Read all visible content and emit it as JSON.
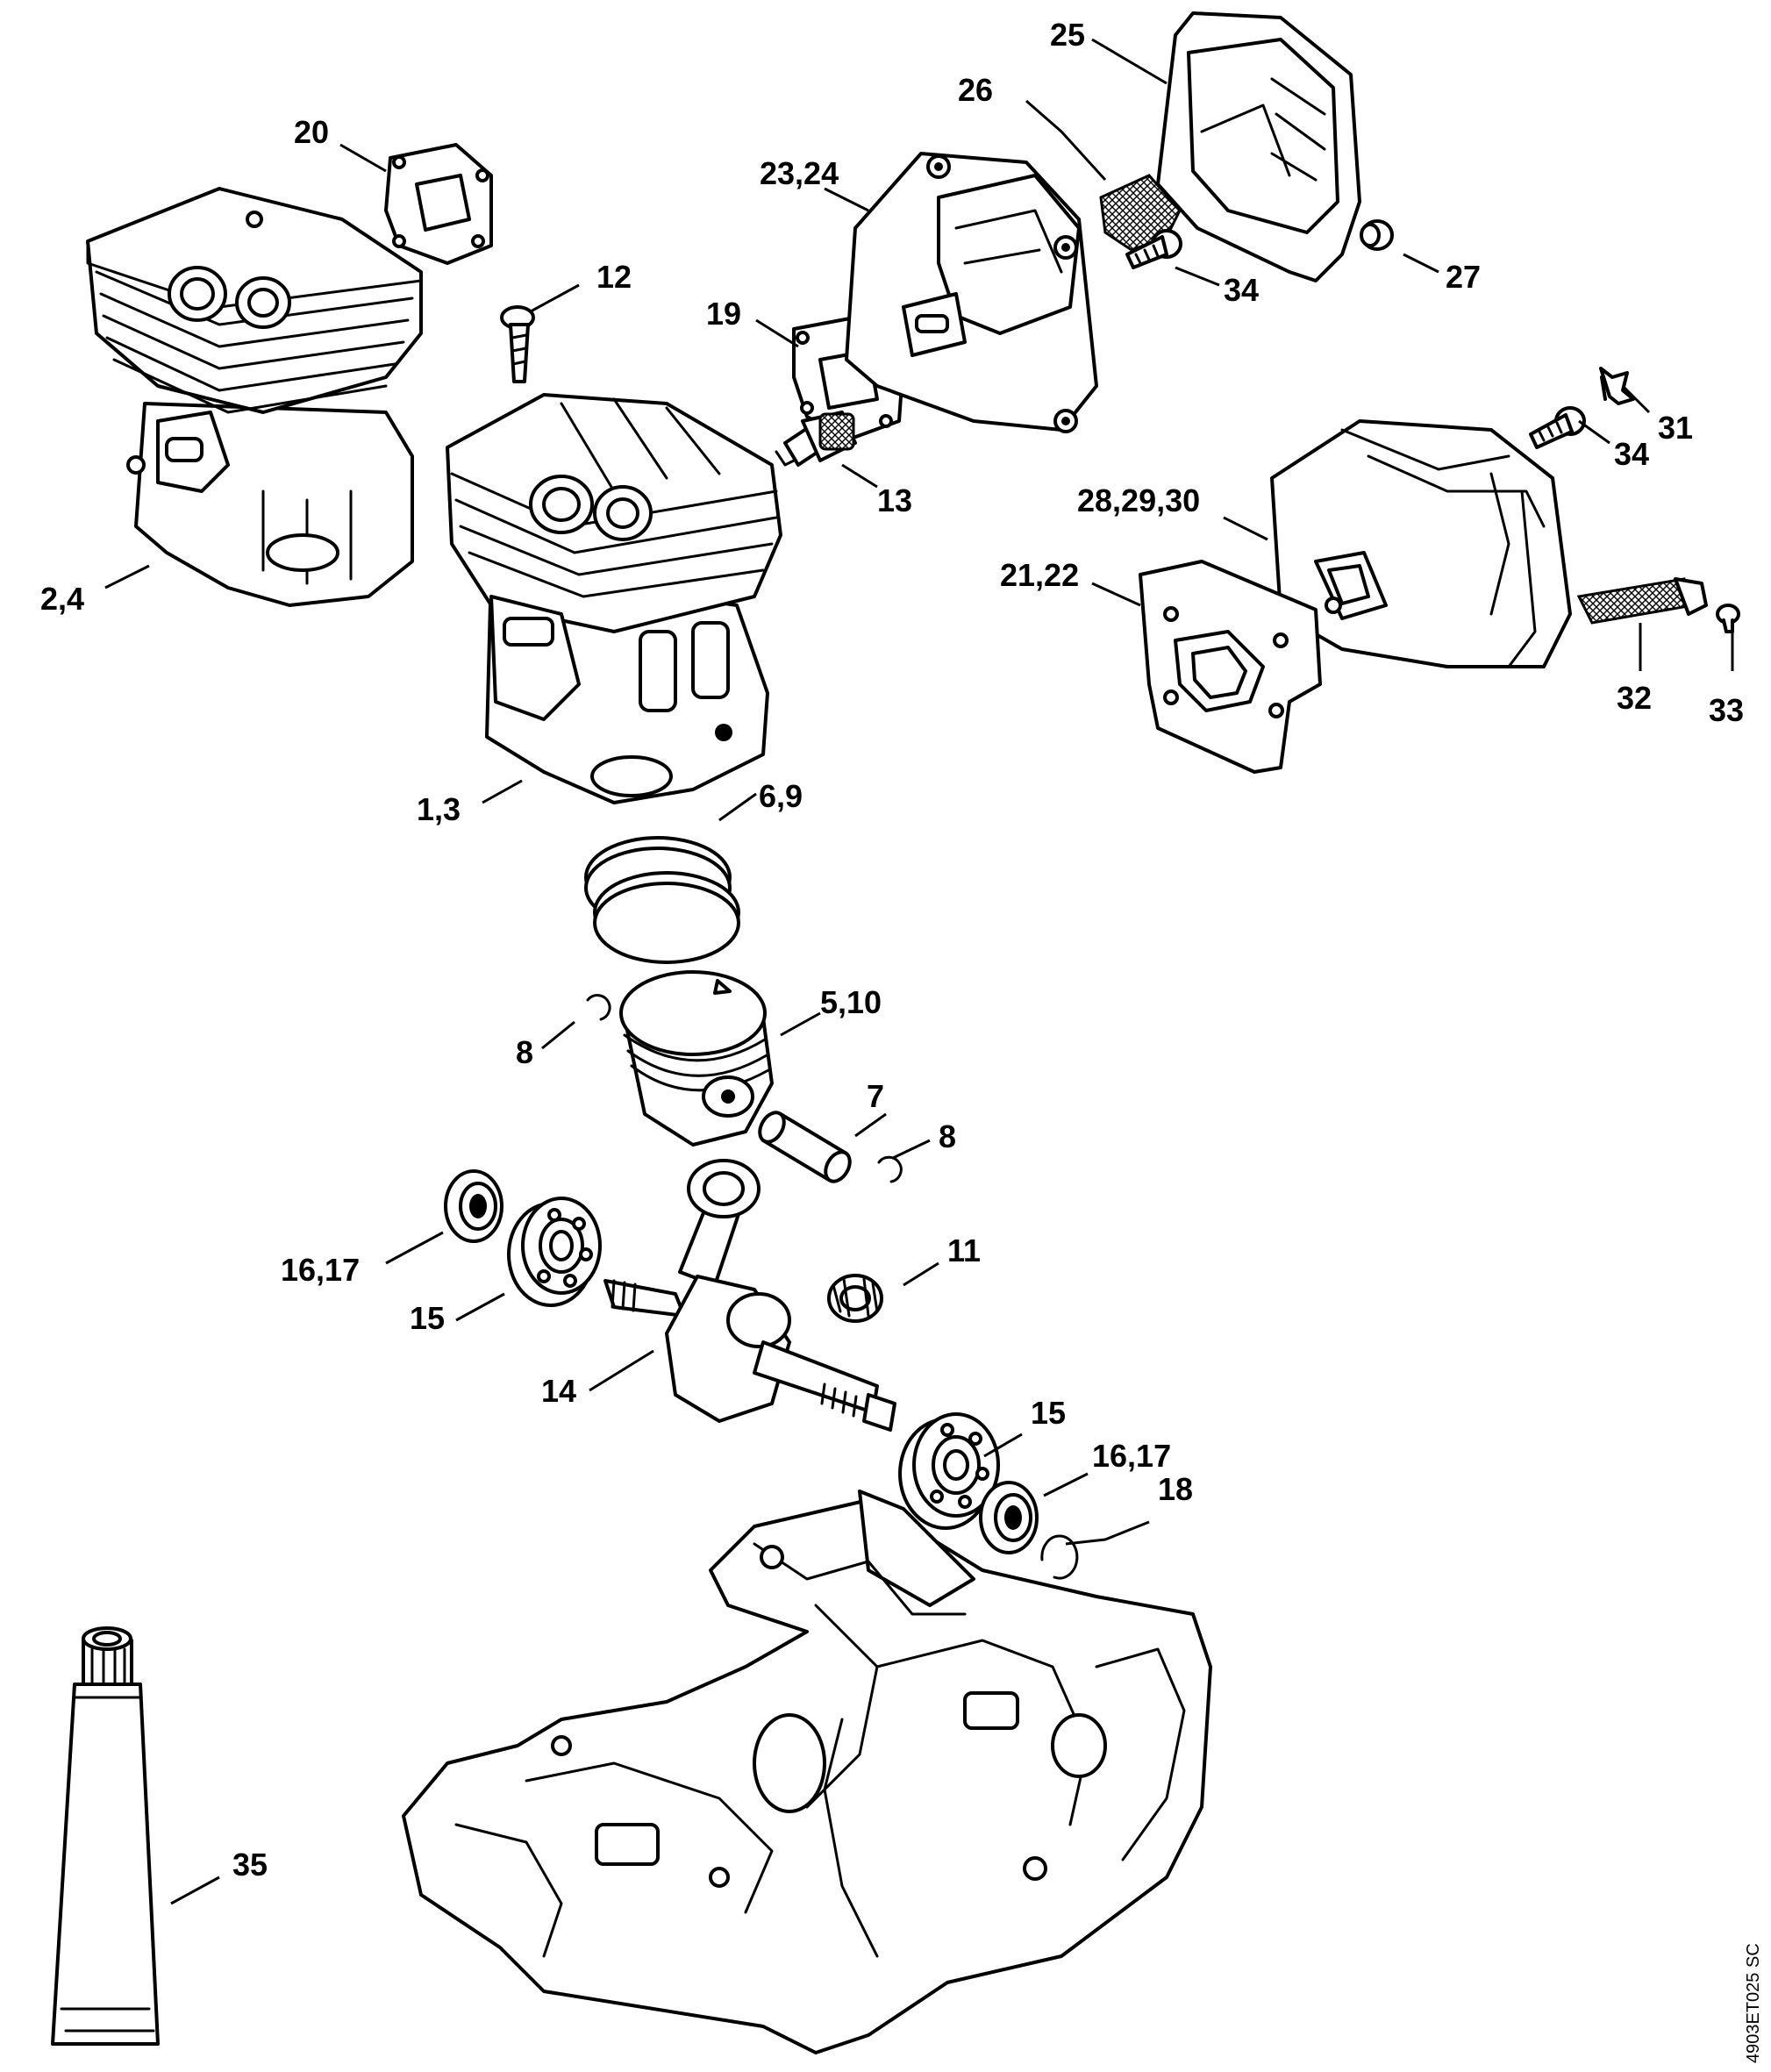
{
  "callouts": [
    {
      "id": "c20",
      "text": "20"
    },
    {
      "id": "c25",
      "text": "25"
    },
    {
      "id": "c26",
      "text": "26"
    },
    {
      "id": "c2324",
      "text": "23,24"
    },
    {
      "id": "c12",
      "text": "12"
    },
    {
      "id": "c19",
      "text": "19"
    },
    {
      "id": "c34a",
      "text": "34"
    },
    {
      "id": "c27",
      "text": "27"
    },
    {
      "id": "c31",
      "text": "31"
    },
    {
      "id": "c34b",
      "text": "34"
    },
    {
      "id": "c13",
      "text": "13"
    },
    {
      "id": "c282930",
      "text": "28,29,30"
    },
    {
      "id": "c2122",
      "text": "21,22"
    },
    {
      "id": "c24",
      "text": "2,4"
    },
    {
      "id": "c32",
      "text": "32"
    },
    {
      "id": "c33",
      "text": "33"
    },
    {
      "id": "c13b",
      "text": "1,3"
    },
    {
      "id": "c69",
      "text": "6,9"
    },
    {
      "id": "c510",
      "text": "5,10"
    },
    {
      "id": "c8a",
      "text": "8"
    },
    {
      "id": "c7",
      "text": "7"
    },
    {
      "id": "c8b",
      "text": "8"
    },
    {
      "id": "c11",
      "text": "11"
    },
    {
      "id": "c1617a",
      "text": "16,17"
    },
    {
      "id": "c15a",
      "text": "15"
    },
    {
      "id": "c14",
      "text": "14"
    },
    {
      "id": "c15b",
      "text": "15"
    },
    {
      "id": "c1617b",
      "text": "16,17"
    },
    {
      "id": "c18",
      "text": "18"
    },
    {
      "id": "c35",
      "text": "35"
    }
  ],
  "drawing_reference": "4903ET025 SC"
}
